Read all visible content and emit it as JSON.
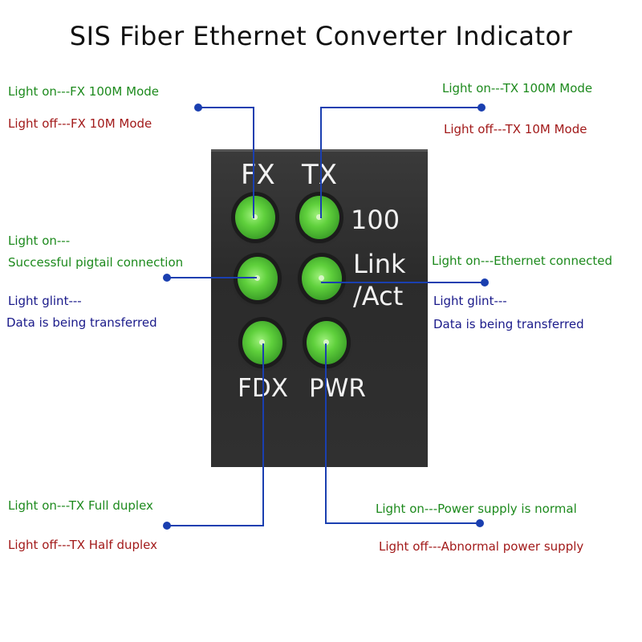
{
  "title": "SIS Fiber Ethernet Converter Indicator",
  "panel": {
    "fx": "FX",
    "tx": "TX",
    "speed": "100",
    "link1": "Link",
    "link2": "/Act",
    "fdx": "FDX",
    "pwr": "PWR"
  },
  "annotations": {
    "fx_on": "Light on---FX 100M Mode",
    "fx_off": "Light off---FX 10M Mode",
    "tx_on": "Light on---TX 100M Mode",
    "tx_off": "Light off---TX 10M Mode",
    "fiber_on1": "Light on---",
    "fiber_on2": "Successful pigtail connection",
    "fiber_glint1": "Light glint---",
    "fiber_glint2": "Data is being transferred",
    "eth_on": "Light on---Ethernet connected",
    "eth_glint1": "Light glint---",
    "eth_glint2": "Data is being transferred",
    "fdx_on": "Light on---TX Full duplex",
    "fdx_off": "Light off---TX Half duplex",
    "pwr_on": "Light on---Power supply is normal",
    "pwr_off": "Light off---Abnormal power supply"
  },
  "colors": {
    "on_text": "#1d8a1d",
    "off_text": "#a21a1a",
    "glint_text": "#1a1a8a",
    "leader_line": "#1a3fb0",
    "led": "#5fd03c"
  }
}
